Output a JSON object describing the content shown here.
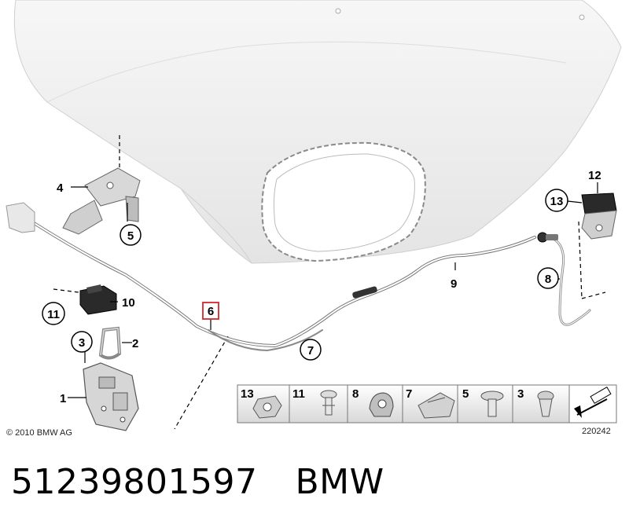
{
  "callouts": {
    "c1": "1",
    "c2": "2",
    "c3": "3",
    "c4": "4",
    "c5": "5",
    "c6": "6",
    "c7": "7",
    "c8": "8",
    "c9": "9",
    "c10": "10",
    "c11": "11",
    "c12": "12",
    "c13": "13"
  },
  "legend_strip": {
    "items": [
      "13",
      "11",
      "8",
      "7",
      "5",
      "3"
    ]
  },
  "copyright": "© 2010 BMW AG",
  "diagram_id": "220242",
  "part_number": "51239801597",
  "brand": "BMW",
  "colors": {
    "highlight": "#d4262b",
    "line": "#000000",
    "hood_fill": "#f2f2f2",
    "part_dark": "#2a2a2a"
  }
}
